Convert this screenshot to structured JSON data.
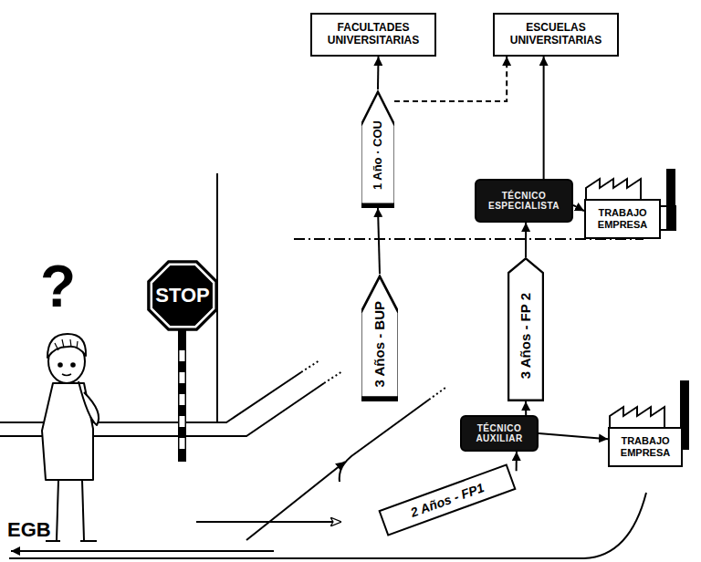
{
  "diagram": {
    "nodes": [
      {
        "text": [
          "FACULTADES UNIVERSITARIAS"
        ]
      },
      {
        "text": [
          "ESCUELAS UNIVERSITARIAS"
        ]
      },
      {
        "text": [
          "1 Año · COU"
        ]
      },
      {
        "text": [
          "TÉCNICO ESPECIALISTA"
        ]
      },
      {
        "text": [
          "TRABAJO EMPRESA"
        ]
      },
      {
        "text": [
          "STOP"
        ]
      },
      {
        "text": [
          "3 Años - BUP"
        ]
      },
      {
        "text": [
          "3 Años - FP 2"
        ]
      },
      {
        "text": [
          "TÉCNICO AUXILIAR"
        ]
      },
      {
        "text": [
          "TRABAJO EMPRESA"
        ]
      },
      {
        "text": [
          "2 Años - FP1"
        ]
      }
    ],
    "edges": [
      {
        "from": 2,
        "to": 0,
        "arrow": "to"
      },
      {
        "from": 2,
        "to": 1,
        "arrow": "to"
      },
      {
        "from": 6,
        "to": 2,
        "arrow": "to"
      },
      {
        "from": 3,
        "to": 1,
        "arrow": "to"
      },
      {
        "from": 3,
        "to": 4,
        "arrow": "to"
      },
      {
        "from": 7,
        "to": 3,
        "arrow": "to"
      },
      {
        "from": 8,
        "to": 7,
        "arrow": "to"
      },
      {
        "from": 10,
        "to": 8,
        "arrow": "to"
      },
      {
        "from": 8,
        "to": 9,
        "arrow": "to"
      }
    ],
    "labels": [
      "?",
      "EGB"
    ]
  }
}
